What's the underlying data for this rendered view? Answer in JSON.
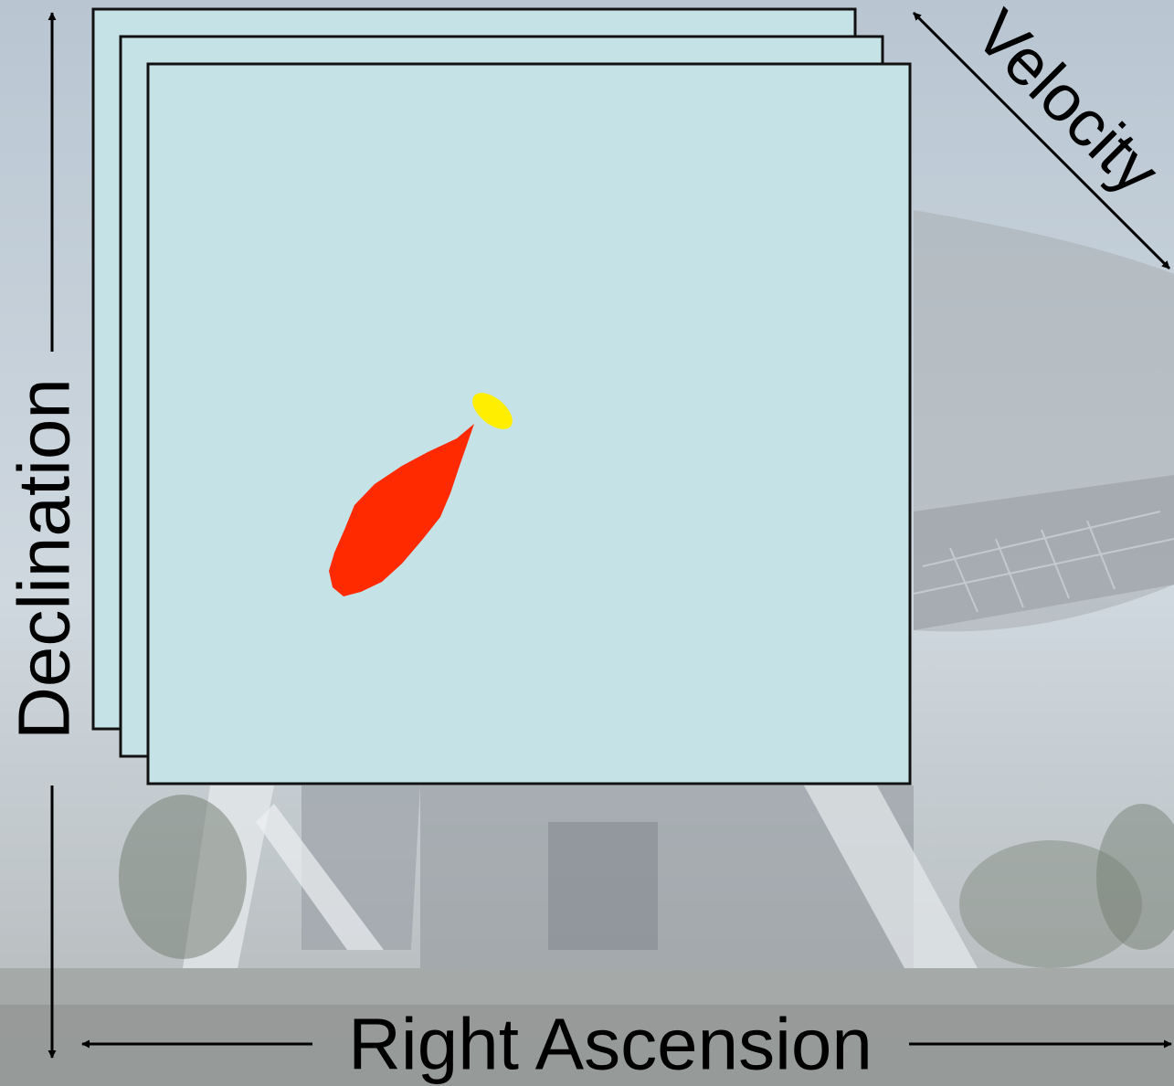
{
  "diagram": {
    "labels": {
      "declination": "Declination",
      "right_ascension": "Right Ascension",
      "velocity": "Velocity"
    },
    "colors": {
      "panel_fill": "#c5e3e6",
      "panel_stroke": "#111111",
      "emission_red": "#ff2a00",
      "emission_yellow": "#ffee00",
      "arrow": "#000000"
    },
    "background": "faded photograph of a radio telescope dish",
    "panel_count": 3
  }
}
